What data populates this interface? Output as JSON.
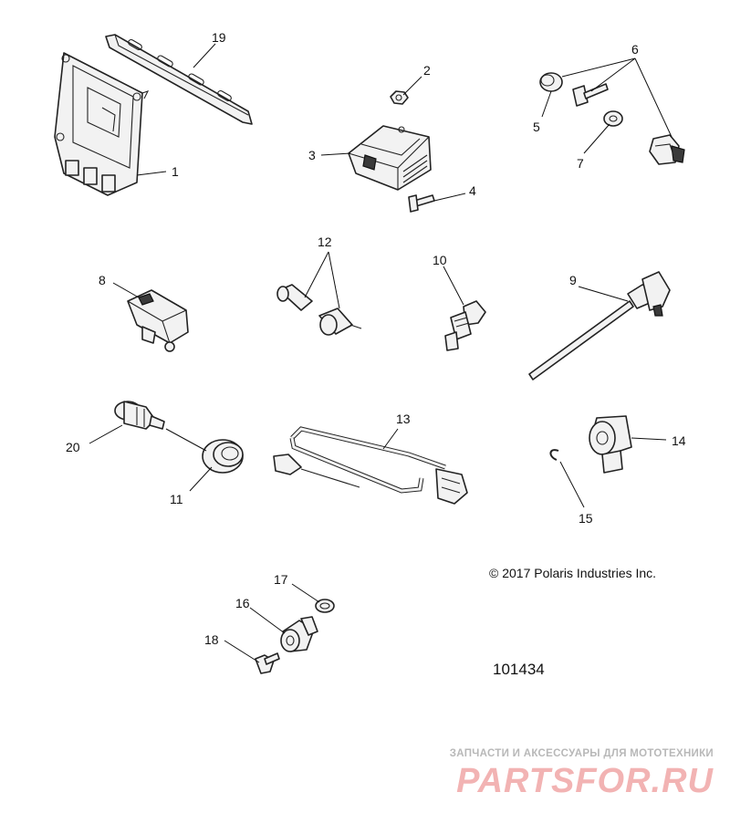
{
  "callouts": {
    "c1": "1",
    "c2": "2",
    "c3": "3",
    "c4": "4",
    "c5": "5",
    "c6": "6",
    "c7": "7",
    "c8": "8",
    "c9": "9",
    "c10": "10",
    "c11": "11",
    "c12": "12",
    "c13": "13",
    "c14": "14",
    "c15": "15",
    "c16": "16",
    "c17": "17",
    "c18": "18",
    "c19": "19",
    "c20": "20"
  },
  "copyright": "© 2017 Polaris Industries Inc.",
  "drawing_number": "101434",
  "watermark": {
    "tagline": "ЗАПЧАСТИ И АКСЕССУАРЫ ДЛЯ МОТОТЕХНИКИ",
    "brand": "PARTSFOR.RU"
  }
}
